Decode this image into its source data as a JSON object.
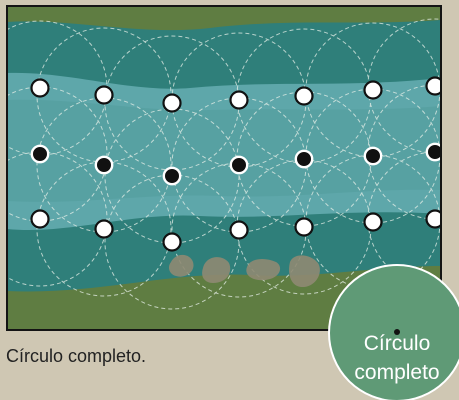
{
  "caption": "Círculo completo.",
  "badge": {
    "line1": "Círculo",
    "line2": "completo"
  },
  "colors": {
    "background": "#cfc7b3",
    "field_green": "#5f7d42",
    "border": "#141414",
    "band_dark": "#2f7f7a",
    "band_light": "#5ea7aa",
    "band_mid": "#3e8f8a",
    "circle_outline": "#e6efe8",
    "dot_open_fill": "#ffffff",
    "dot_open_stroke": "#111111",
    "dot_solid_fill": "#111111",
    "dot_solid_stroke": "#ffffff",
    "rock": "#8f8a73",
    "badge_fill": "#5f9a76",
    "badge_stroke": "#ffffff"
  },
  "legend_symbols": {
    "open_dot": "open-dot",
    "solid_dot": "solid-dot"
  }
}
